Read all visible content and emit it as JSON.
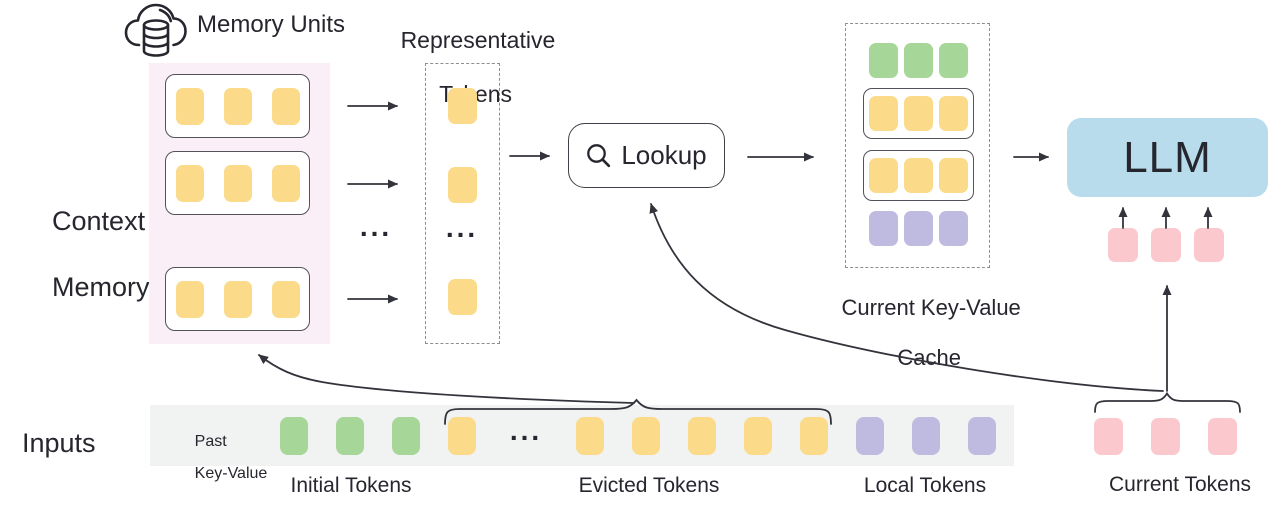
{
  "labels": {
    "memory_units": "Memory Units",
    "representative_line1": "Representative",
    "representative_line2": "Tokens",
    "context_line1": "Context",
    "context_line2": "Memory",
    "lookup": "Lookup",
    "cache_line1": "Current Key-Value",
    "cache_line2": "Cache",
    "llm": "LLM",
    "inputs": "Inputs",
    "past_kv_line1": "Past",
    "past_kv_line2": "Key-Value",
    "initial_tokens": "Initial Tokens",
    "evicted_tokens": "Evicted Tokens",
    "local_tokens": "Local Tokens",
    "current_tokens": "Current Tokens",
    "ellipsis": "..."
  },
  "colors": {
    "yellow": "#fbdb8a",
    "green": "#a6d698",
    "purple": "#bfbbe0",
    "pink": "#fbc9cd",
    "blue": "#b9dcec",
    "panel_pink": "#fbeff7",
    "strip_gray": "#f1f3f2",
    "line": "#33333b",
    "text": "#26262e",
    "box_border": "#52525a",
    "dash_border": "#8d8d94"
  },
  "sequences": {
    "memory_unit": [
      {
        "color": "yellow",
        "count": 3
      }
    ],
    "cache_row_initial": [
      {
        "color": "green",
        "count": 3
      }
    ],
    "cache_row_unit": [
      {
        "color": "yellow",
        "count": 3
      }
    ],
    "cache_row_local": [
      {
        "color": "purple",
        "count": 3
      }
    ],
    "input_strip": [
      {
        "color": "green",
        "count": 3
      },
      {
        "color": "yellow",
        "count": 1
      },
      {
        "ellipsis": true
      },
      {
        "color": "yellow",
        "count": 5
      },
      {
        "color": "purple",
        "count": 3
      }
    ],
    "current_tokens": [
      {
        "color": "pink",
        "count": 3
      }
    ],
    "llm_inputs": [
      {
        "color": "pink",
        "count": 3
      }
    ]
  },
  "structure": {
    "memory_unit_count": 3,
    "representative_token_count": 3,
    "cache_rows": [
      "initial",
      "unit",
      "unit",
      "local"
    ]
  }
}
